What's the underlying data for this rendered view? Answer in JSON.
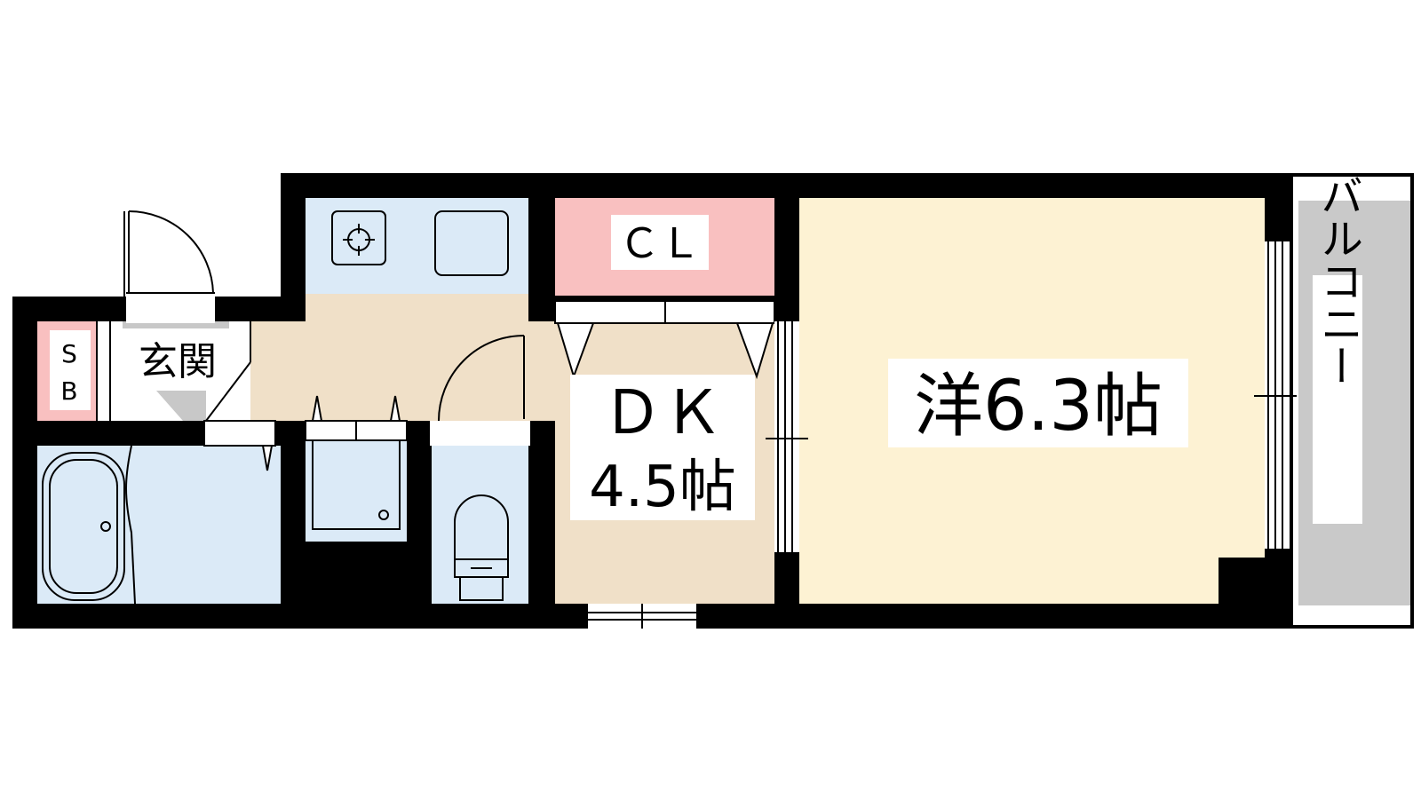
{
  "rooms": {
    "sb_top": "S",
    "sb_bottom": "B",
    "entrance": "玄関",
    "closet": "ＣＬ",
    "dk_name": "ＤＫ",
    "dk_size": "4.5帖",
    "western": "洋6.3帖",
    "balcony": "バルコニー"
  },
  "colors": {
    "wall": "#000000",
    "bath_kitchen": "#dbeaf7",
    "closet": "#f9c0c0",
    "corridor_dk": "#f0e0c8",
    "western": "#fdf2d3",
    "balcony": "#c9c9c9",
    "entrance_floor": "#c8c8c8"
  }
}
